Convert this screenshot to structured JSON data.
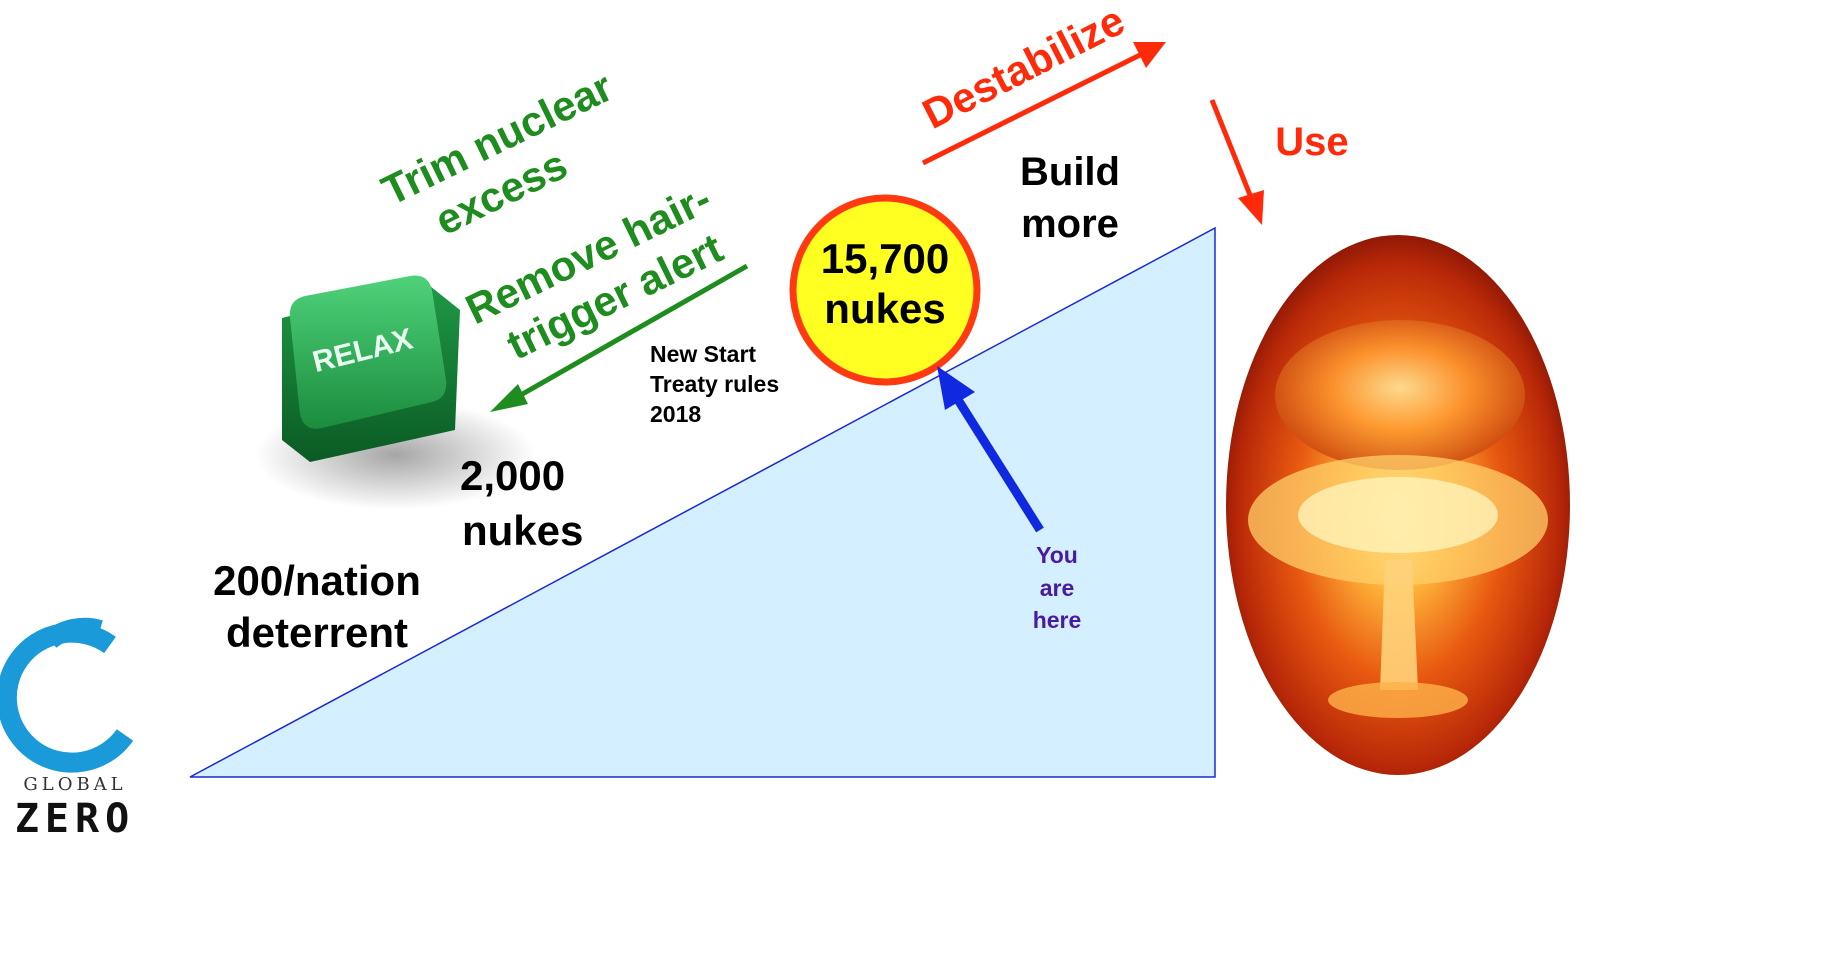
{
  "labels": {
    "trim": [
      "Trim nuclear",
      "excess"
    ],
    "remove": [
      "Remove hair-",
      "trigger alert"
    ],
    "destabilize": "Destabilize",
    "use": "Use",
    "build": [
      "Build",
      "more"
    ],
    "circle": [
      "15,700",
      "nukes"
    ],
    "treaty": [
      "New Start",
      "Treaty rules",
      "2018"
    ],
    "nukes_2000": [
      "2,000",
      "nukes"
    ],
    "deterrent": [
      "200/nation",
      "deterrent"
    ],
    "you_are_here": [
      "You",
      "are",
      "here"
    ]
  },
  "relax_key": {
    "label": "RELAX"
  },
  "logo": {
    "line1": "GLOBAL",
    "line2": "ZERO"
  },
  "colors": {
    "green": "#1e8c1e",
    "red": "#ff2a0a",
    "blue": "#1028e0",
    "purple": "#4a1aa0",
    "triangle_fill": "#d4efff",
    "triangle_stroke": "#1a2ad0",
    "circle_fill": "#ffff22",
    "circle_stroke": "#ff3a10",
    "logo_blue": "#1a9ad8"
  }
}
